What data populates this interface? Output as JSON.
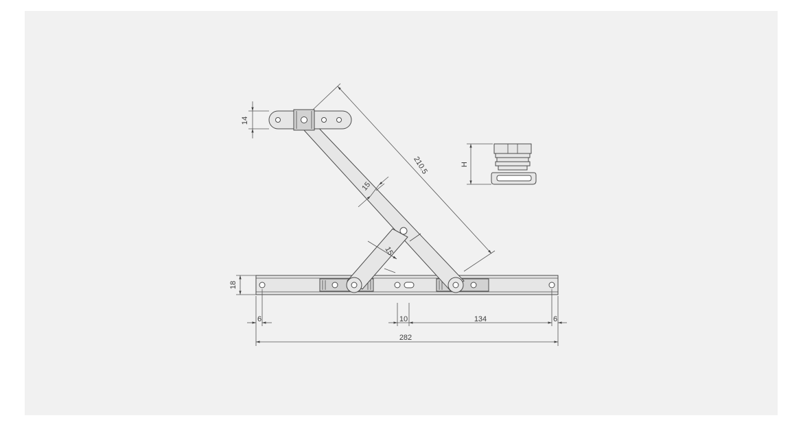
{
  "drawing": {
    "dimensions": {
      "top_plate_height": "14",
      "long_arm_length": "210.5",
      "long_arm_width": "15",
      "short_arm_width": "15",
      "side_view_height": "H",
      "track_height": "18",
      "left_offset": "6",
      "mid_offset": "10",
      "hole_spacing": "134",
      "right_offset": "6",
      "overall_length": "282"
    },
    "colors": {
      "panel_background": "#f1f1f1",
      "line": "#4a4a4a",
      "part_fill": "#e6e6e6"
    }
  }
}
